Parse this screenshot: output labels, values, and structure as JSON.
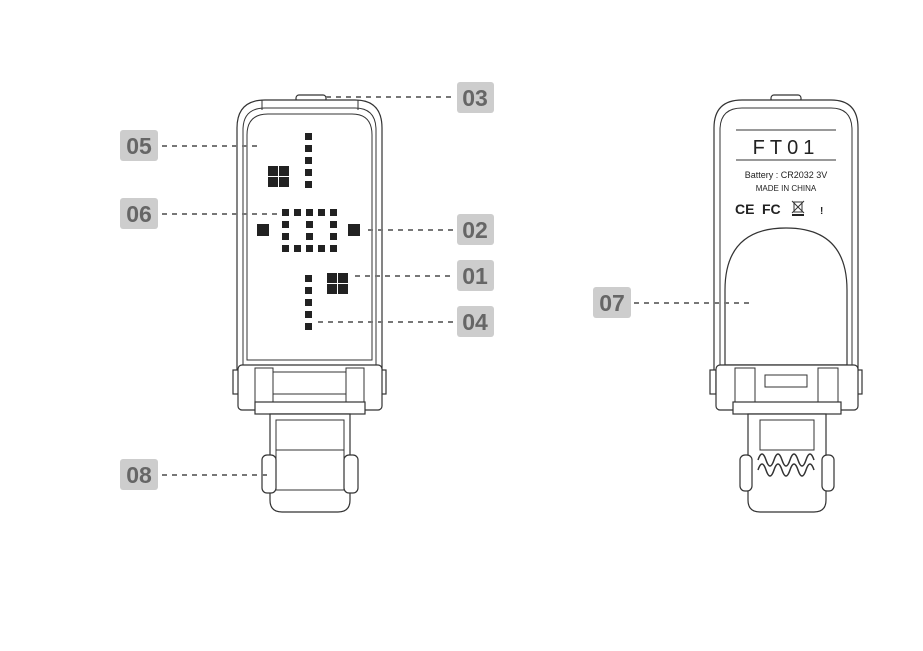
{
  "labels": {
    "l01": "01",
    "l02": "02",
    "l03": "03",
    "l04": "04",
    "l05": "05",
    "l06": "06",
    "l07": "07",
    "l08": "08"
  },
  "back": {
    "model": "FT01",
    "battery": "Battery : CR2032 3V",
    "origin": "MADE IN CHINA",
    "ce": "CE",
    "fcc": "FC",
    "warning": "!"
  },
  "colors": {
    "label_bg": "#cdcdcd",
    "label_text": "#666666"
  }
}
